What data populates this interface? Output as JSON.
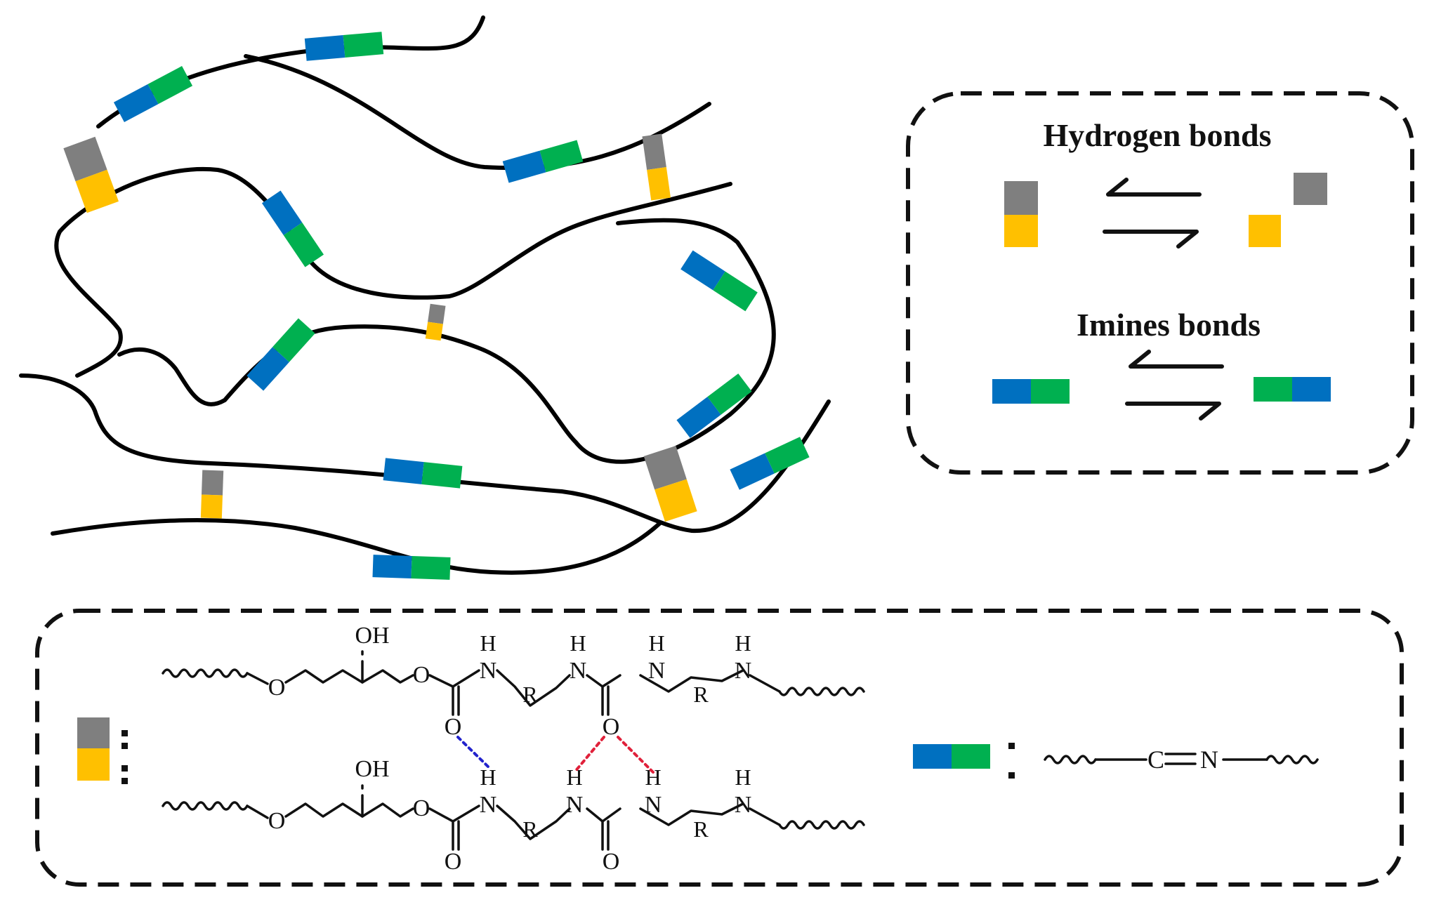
{
  "colors": {
    "gray": "#7f7f7f",
    "yellow": "#ffc000",
    "blue": "#0070c0",
    "green": "#00b050",
    "chain": "#000000",
    "hbond_blue": "#2222cc",
    "hbond_red": "#e0203a"
  },
  "legend": {
    "hydrogen_title": "Hydrogen bonds",
    "imine_title": "Imines bonds"
  },
  "structure": {
    "oh": "OH",
    "o": "O",
    "h": "H",
    "n": "N",
    "r": "R",
    "c": "C"
  }
}
